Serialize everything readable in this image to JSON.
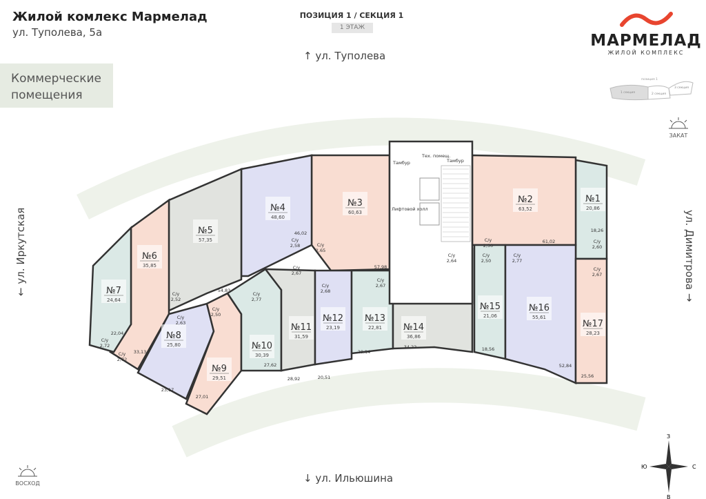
{
  "header": {
    "title": "Жилой комлекс Мармелад",
    "address": "ул. Туполева, 5а",
    "category": "Коммерческие помещения",
    "position": "ПОЗИЦИЯ 1 / СЕКЦИЯ 1",
    "floor": "1 ЭТАЖ"
  },
  "logo": {
    "name": "МАРМЕЛАД",
    "subtitle": "ЖИЛОЙ КОМПЛЕКС",
    "colors": [
      "#e8452f",
      "#f29a3a",
      "#c0397a"
    ]
  },
  "key_plan": {
    "label": "позиция 1",
    "sections": [
      "1 секция",
      "2 секция",
      "3 секция"
    ]
  },
  "streets": {
    "top": "ул. Туполева",
    "bottom": "ул. Ильюшина",
    "left": "ул. Иркутская",
    "right": "ул. Димитрова"
  },
  "directions": {
    "sunset": "ЗАКАТ",
    "sunrise": "ВОСХОД",
    "compass": {
      "n": "З",
      "s": "В",
      "w": "Ю",
      "e": "С"
    }
  },
  "core": {
    "vestibule": "Тамбур",
    "tech": "Тех. помещ.",
    "lift_hall": "Лифтовой холл"
  },
  "colors": {
    "pink": "#f9ddd2",
    "blue": "#dfe0f4",
    "green": "#dbe9e6",
    "grey": "#e1e3df",
    "wall": "#333333"
  },
  "rooms": [
    {
      "no": "№1",
      "area": "20,86"
    },
    {
      "no": "№2",
      "area": "63,52"
    },
    {
      "no": "№3",
      "area": "60,63"
    },
    {
      "no": "№4",
      "area": "48,60"
    },
    {
      "no": "№5",
      "area": "57,35"
    },
    {
      "no": "№6",
      "area": "35,85"
    },
    {
      "no": "№7",
      "area": "24,64"
    },
    {
      "no": "№8",
      "area": "25,80"
    },
    {
      "no": "№9",
      "area": "29,51"
    },
    {
      "no": "№10",
      "area": "30,39"
    },
    {
      "no": "№11",
      "area": "31,59"
    },
    {
      "no": "№12",
      "area": "23,19"
    },
    {
      "no": "№13",
      "area": "22,81"
    },
    {
      "no": "№14",
      "area": "36,86"
    },
    {
      "no": "№15",
      "area": "21,06"
    },
    {
      "no": "№16",
      "area": "55,61"
    },
    {
      "no": "№17",
      "area": "28,23"
    }
  ],
  "wc_label": "С/у",
  "wc_areas": [
    "2,72",
    "2,72",
    "2,52",
    "2,63",
    "2,50",
    "2,77",
    "2,58",
    "2,67",
    "2,65",
    "2,68",
    "2,67",
    "2,64",
    "2,50",
    "2,50",
    "2,77",
    "2,60",
    "2,67"
  ],
  "dims": [
    "22,04",
    "33,13",
    "54,83",
    "23,17",
    "27,01",
    "27,62",
    "28,92",
    "46,02",
    "57,98",
    "20,51",
    "20,14",
    "34,22",
    "18,56",
    "61,02",
    "52,84",
    "18,26",
    "25,56"
  ]
}
